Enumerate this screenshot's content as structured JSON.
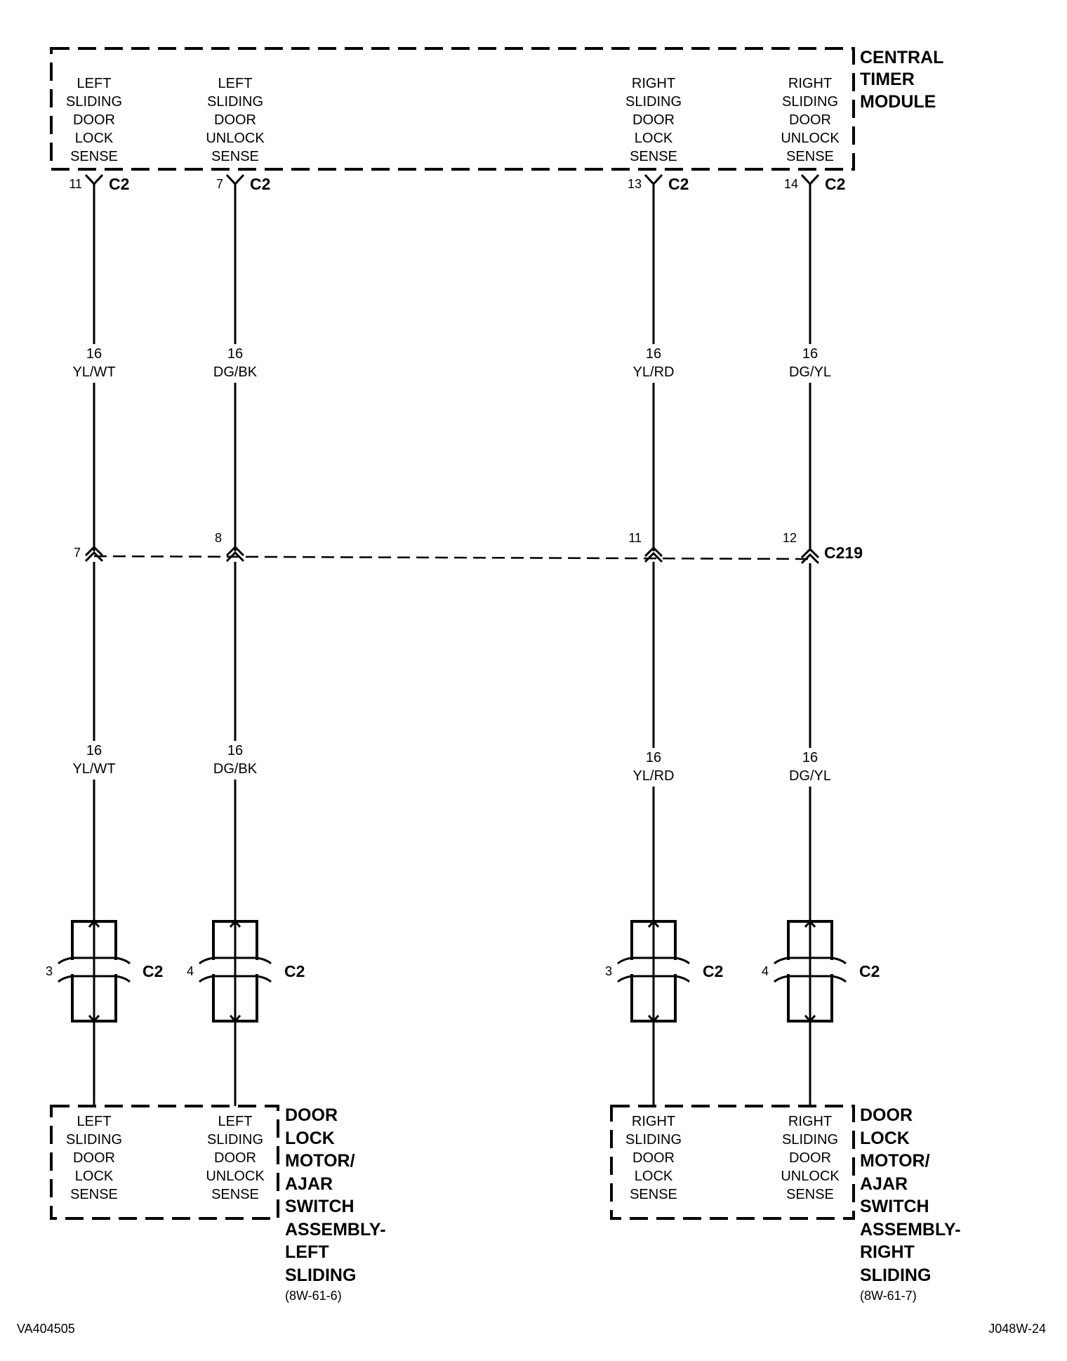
{
  "modules": {
    "ctm": {
      "title_lines": [
        "CENTRAL",
        "TIMER",
        "MODULE"
      ],
      "pins": [
        {
          "lines": [
            "LEFT",
            "SLIDING",
            "DOOR",
            "LOCK",
            "SENSE"
          ],
          "pin": "11",
          "connector": "C2"
        },
        {
          "lines": [
            "LEFT",
            "SLIDING",
            "DOOR",
            "UNLOCK",
            "SENSE"
          ],
          "pin": "7",
          "connector": "C2"
        },
        {
          "lines": [
            "RIGHT",
            "SLIDING",
            "DOOR",
            "LOCK",
            "SENSE"
          ],
          "pin": "13",
          "connector": "C2"
        },
        {
          "lines": [
            "RIGHT",
            "SLIDING",
            "DOOR",
            "UNLOCK",
            "SENSE"
          ],
          "pin": "14",
          "connector": "C2"
        }
      ]
    },
    "left_assembly": {
      "title_lines": [
        "DOOR",
        "LOCK",
        "MOTOR/",
        "AJAR",
        "SWITCH",
        "ASSEMBLY-",
        "LEFT",
        "SLIDING"
      ],
      "ref": "(8W-61-6)",
      "pins": [
        {
          "lines": [
            "LEFT",
            "SLIDING",
            "DOOR",
            "LOCK",
            "SENSE"
          ]
        },
        {
          "lines": [
            "LEFT",
            "SLIDING",
            "DOOR",
            "UNLOCK",
            "SENSE"
          ]
        }
      ]
    },
    "right_assembly": {
      "title_lines": [
        "DOOR",
        "LOCK",
        "MOTOR/",
        "AJAR",
        "SWITCH",
        "ASSEMBLY-",
        "RIGHT",
        "SLIDING"
      ],
      "ref": "(8W-61-7)",
      "pins": [
        {
          "lines": [
            "RIGHT",
            "SLIDING",
            "DOOR",
            "LOCK",
            "SENSE"
          ]
        },
        {
          "lines": [
            "RIGHT",
            "SLIDING",
            "DOOR",
            "UNLOCK",
            "SENSE"
          ]
        }
      ]
    }
  },
  "wires_upper": [
    {
      "gauge": "16",
      "color": "YL/WT"
    },
    {
      "gauge": "16",
      "color": "DG/BK"
    },
    {
      "gauge": "16",
      "color": "YL/RD"
    },
    {
      "gauge": "16",
      "color": "DG/YL"
    }
  ],
  "inline_connector": {
    "name": "C219",
    "pins": [
      "7",
      "8",
      "11",
      "12"
    ]
  },
  "wires_lower": [
    {
      "gauge": "16",
      "color": "YL/WT"
    },
    {
      "gauge": "16",
      "color": "DG/BK"
    },
    {
      "gauge": "16",
      "color": "YL/RD"
    },
    {
      "gauge": "16",
      "color": "DG/YL"
    }
  ],
  "switch_connectors": [
    {
      "pin": "3",
      "connector": "C2"
    },
    {
      "pin": "4",
      "connector": "C2"
    },
    {
      "pin": "3",
      "connector": "C2"
    },
    {
      "pin": "4",
      "connector": "C2"
    }
  ],
  "footer": {
    "left_code": "VA404505",
    "right_code": "J048W-24"
  }
}
